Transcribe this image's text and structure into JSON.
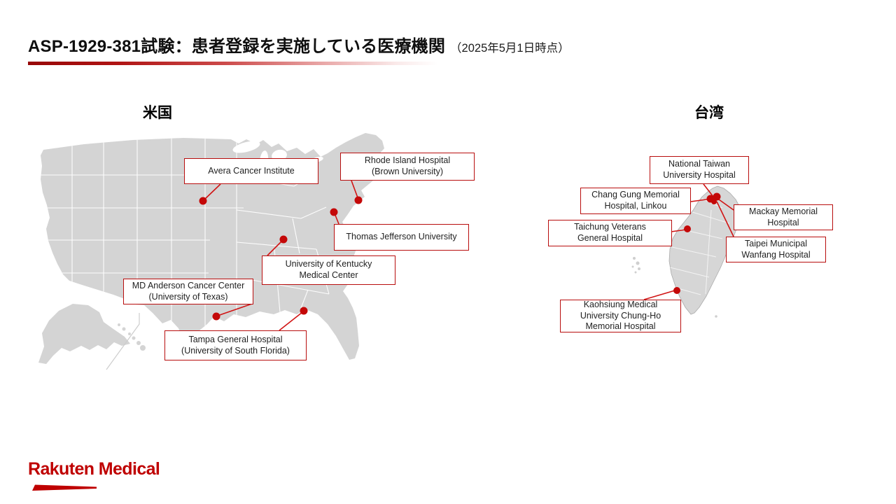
{
  "title": {
    "main": "ASP-1929-381試験：患者登録を実施している医療機関",
    "date_note": "（2025年5月1日時点）"
  },
  "regions": {
    "us": {
      "heading": "米国",
      "sites": [
        {
          "name": "Avera Cancer Institute",
          "lines": [
            "Avera Cancer Institute"
          ]
        },
        {
          "name": "Rhode Island Hospital (Brown University)",
          "lines": [
            "Rhode Island Hospital",
            "(Brown University)"
          ]
        },
        {
          "name": "Thomas Jefferson University",
          "lines": [
            "Thomas Jefferson University"
          ]
        },
        {
          "name": "University of Kentucky Medical Center",
          "lines": [
            "University of Kentucky",
            "Medical Center"
          ]
        },
        {
          "name": "MD Anderson Cancer Center (University of Texas)",
          "lines": [
            "MD Anderson Cancer Center",
            "(University of Texas)"
          ]
        },
        {
          "name": "Tampa General Hospital (University of South Florida)",
          "lines": [
            "Tampa General Hospital",
            "(University of South Florida)"
          ]
        }
      ]
    },
    "taiwan": {
      "heading": "台湾",
      "sites": [
        {
          "name": "National Taiwan University Hospital",
          "lines": [
            "National Taiwan",
            "University Hospital"
          ]
        },
        {
          "name": "Chang Gung Memorial Hospital, Linkou",
          "lines": [
            "Chang Gung Memorial",
            "Hospital, Linkou"
          ]
        },
        {
          "name": "Mackay Memorial Hospital",
          "lines": [
            "Mackay Memorial",
            "Hospital"
          ]
        },
        {
          "name": "Taichung Veterans General Hospital",
          "lines": [
            "Taichung Veterans",
            "General Hospital"
          ]
        },
        {
          "name": "Taipei Municipal Wanfang Hospital",
          "lines": [
            "Taipei Municipal",
            "Wanfang Hospital"
          ]
        },
        {
          "name": "Kaohsiung Medical University Chung-Ho Memorial Hospital",
          "lines": [
            "Kaohsiung Medical",
            "University Chung-Ho",
            "Memorial Hospital"
          ]
        }
      ]
    }
  },
  "logo": {
    "text": "Rakuten Medical"
  },
  "colors": {
    "accent_red": "#b80d0d",
    "leader_line_red": "#d11414",
    "marker_red": "#c40808",
    "logo_red": "#bf0000",
    "map_gray": "#d4d4d4"
  }
}
